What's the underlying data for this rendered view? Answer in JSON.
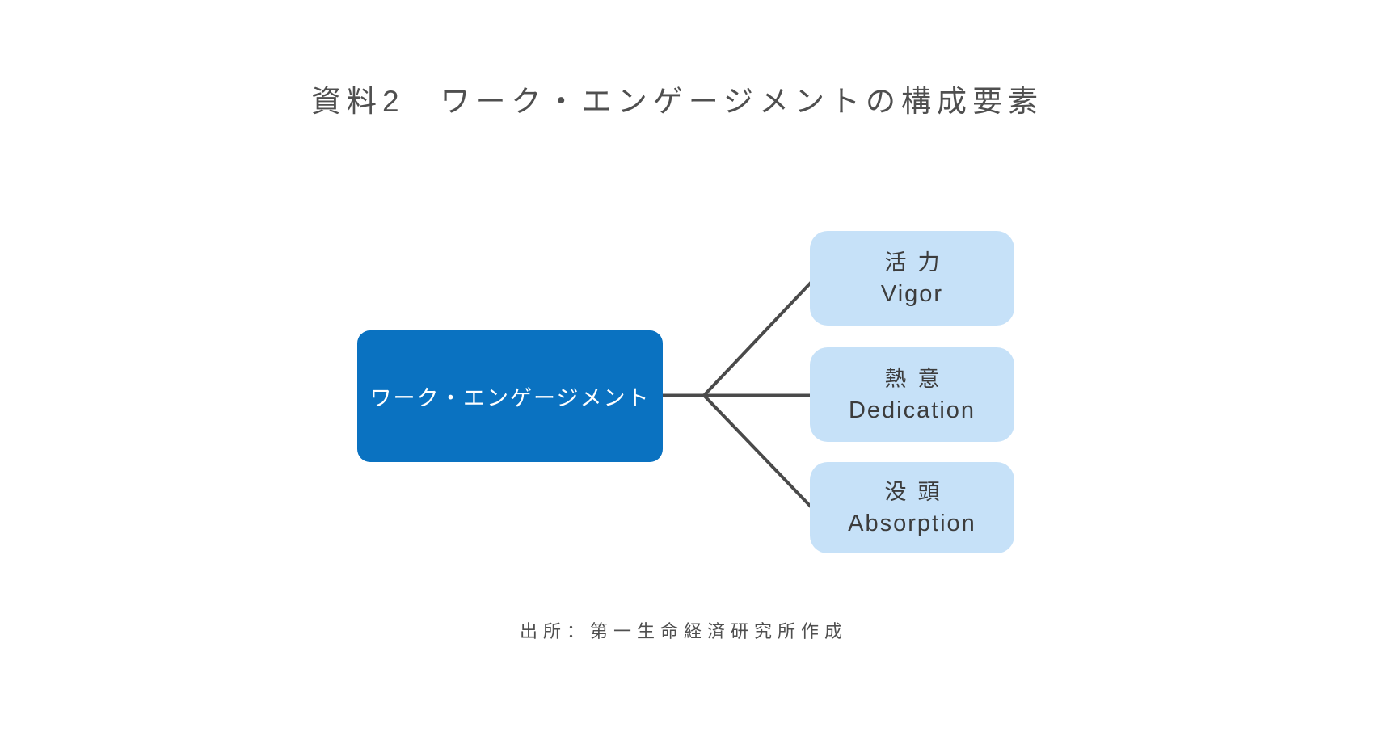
{
  "title": {
    "text": "資料2　ワーク・エンゲージメントの構成要素"
  },
  "diagram": {
    "root": {
      "label": "ワーク・エンゲージメント"
    },
    "children": [
      {
        "label_ja": "活力",
        "label_en": "Vigor"
      },
      {
        "label_ja": "熱意",
        "label_en": "Dedication"
      },
      {
        "label_ja": "没頭",
        "label_en": "Absorption"
      }
    ]
  },
  "footer": {
    "source_text": "出所：第一生命経済研究所作成"
  },
  "colors": {
    "background": "#ffffff",
    "primary": "#0a72c1",
    "secondary": "#c6e1f8",
    "connector": "#4a4a4a",
    "root_text": "#ffffff",
    "node_text": "#3c3c3c",
    "text": "#4f4f4f"
  }
}
